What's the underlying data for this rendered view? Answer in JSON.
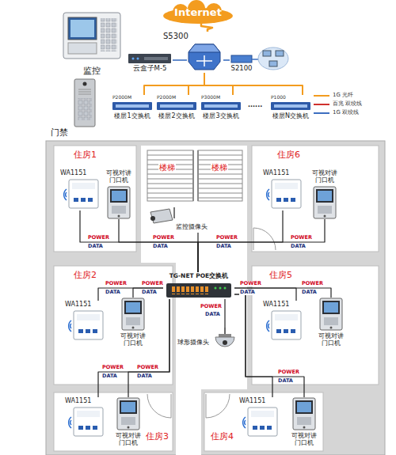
{
  "diagram": {
    "nodes": [
      {
        "text": [
          "Internet"
        ]
      },
      {
        "text": [
          "S5300"
        ]
      },
      {
        "text": [
          "云盒子M-5"
        ]
      },
      {
        "text": [
          "S2100"
        ]
      },
      {
        "text": [
          "监控"
        ]
      },
      {
        "text": [
          "门禁"
        ]
      },
      {
        "text": [
          "P2000M",
          "楼层1交换机"
        ]
      },
      {
        "text": [
          "P2000M",
          "楼层2交换机"
        ]
      },
      {
        "text": [
          "P3000M",
          "楼层3交换机"
        ]
      },
      {
        "text": [
          "P1000",
          "楼层N交换机"
        ]
      },
      {
        "text": [
          "住房1"
        ]
      },
      {
        "text": [
          "WA1151"
        ],
        "in": 10
      },
      {
        "text": [
          "可视对讲门口机"
        ],
        "in": 10
      },
      {
        "text": [
          "住房6"
        ]
      },
      {
        "text": [
          "WA1151"
        ],
        "in": 13
      },
      {
        "text": [
          "可视对讲门口机"
        ],
        "in": 13
      },
      {
        "text": [
          "楼梯",
          "楼梯"
        ]
      },
      {
        "text": [
          "监控摄像头"
        ]
      },
      {
        "text": [
          "住房2"
        ]
      },
      {
        "text": [
          "WA1151"
        ],
        "in": 18
      },
      {
        "text": [
          "可视对讲门口机"
        ],
        "in": 18
      },
      {
        "text": [
          "TG-NET POE交换机"
        ]
      },
      {
        "text": [
          "住房5"
        ]
      },
      {
        "text": [
          "WA1151"
        ],
        "in": 22
      },
      {
        "text": [
          "可视对讲门口机"
        ],
        "in": 22
      },
      {
        "text": [
          "球形摄像头"
        ]
      },
      {
        "text": [
          "住房3"
        ]
      },
      {
        "text": [
          "WA1151"
        ],
        "in": 26
      },
      {
        "text": [
          "可视对讲门口机"
        ],
        "in": 26
      },
      {
        "text": [
          "住房4"
        ]
      },
      {
        "text": [
          "WA1151"
        ],
        "in": 29
      },
      {
        "text": [
          "可视对讲门口机"
        ],
        "in": 29
      }
    ],
    "edges": [
      {
        "from": 0,
        "to": 1,
        "arrow": "none"
      },
      {
        "from": 1,
        "to": 2,
        "arrow": "none"
      },
      {
        "from": 1,
        "to": 3,
        "arrow": "none"
      },
      {
        "from": 1,
        "to": 6,
        "arrow": "none"
      },
      {
        "from": 1,
        "to": 7,
        "arrow": "none"
      },
      {
        "from": 1,
        "to": 8,
        "arrow": "none"
      },
      {
        "from": 1,
        "to": 9,
        "arrow": "none"
      },
      {
        "from": 21,
        "to": 11,
        "arrow": "none"
      },
      {
        "from": 21,
        "to": 12,
        "arrow": "none"
      },
      {
        "from": 21,
        "to": 14,
        "arrow": "none"
      },
      {
        "from": 21,
        "to": 15,
        "arrow": "none"
      },
      {
        "from": 21,
        "to": 17,
        "arrow": "none"
      },
      {
        "from": 21,
        "to": 19,
        "arrow": "none"
      },
      {
        "from": 21,
        "to": 20,
        "arrow": "none"
      },
      {
        "from": 21,
        "to": 23,
        "arrow": "none"
      },
      {
        "from": 21,
        "to": 24,
        "arrow": "none"
      },
      {
        "from": 21,
        "to": 25,
        "arrow": "none"
      },
      {
        "from": 21,
        "to": 27,
        "arrow": "none"
      },
      {
        "from": 21,
        "to": 28,
        "arrow": "none"
      },
      {
        "from": 21,
        "to": 30,
        "arrow": "none"
      },
      {
        "from": 21,
        "to": 31,
        "arrow": "none"
      }
    ],
    "labels": [
      "......",
      "POWER",
      "DATA",
      "POWER",
      "DATA",
      "POWER",
      "DATA",
      "POWER",
      "DATA",
      "POWER",
      "DATA",
      "POWER",
      "DATA",
      "POWER",
      "DATA",
      "POWER",
      "DATA",
      "POWER",
      "DATA",
      "POWER",
      "DATA",
      "POWER",
      "DATA",
      "POWER",
      "DATA"
    ],
    "legend": [
      {
        "text": "1G 光纤"
      },
      {
        "text": "百兆 双绞线"
      },
      {
        "text": "1G 双绞线"
      }
    ]
  }
}
